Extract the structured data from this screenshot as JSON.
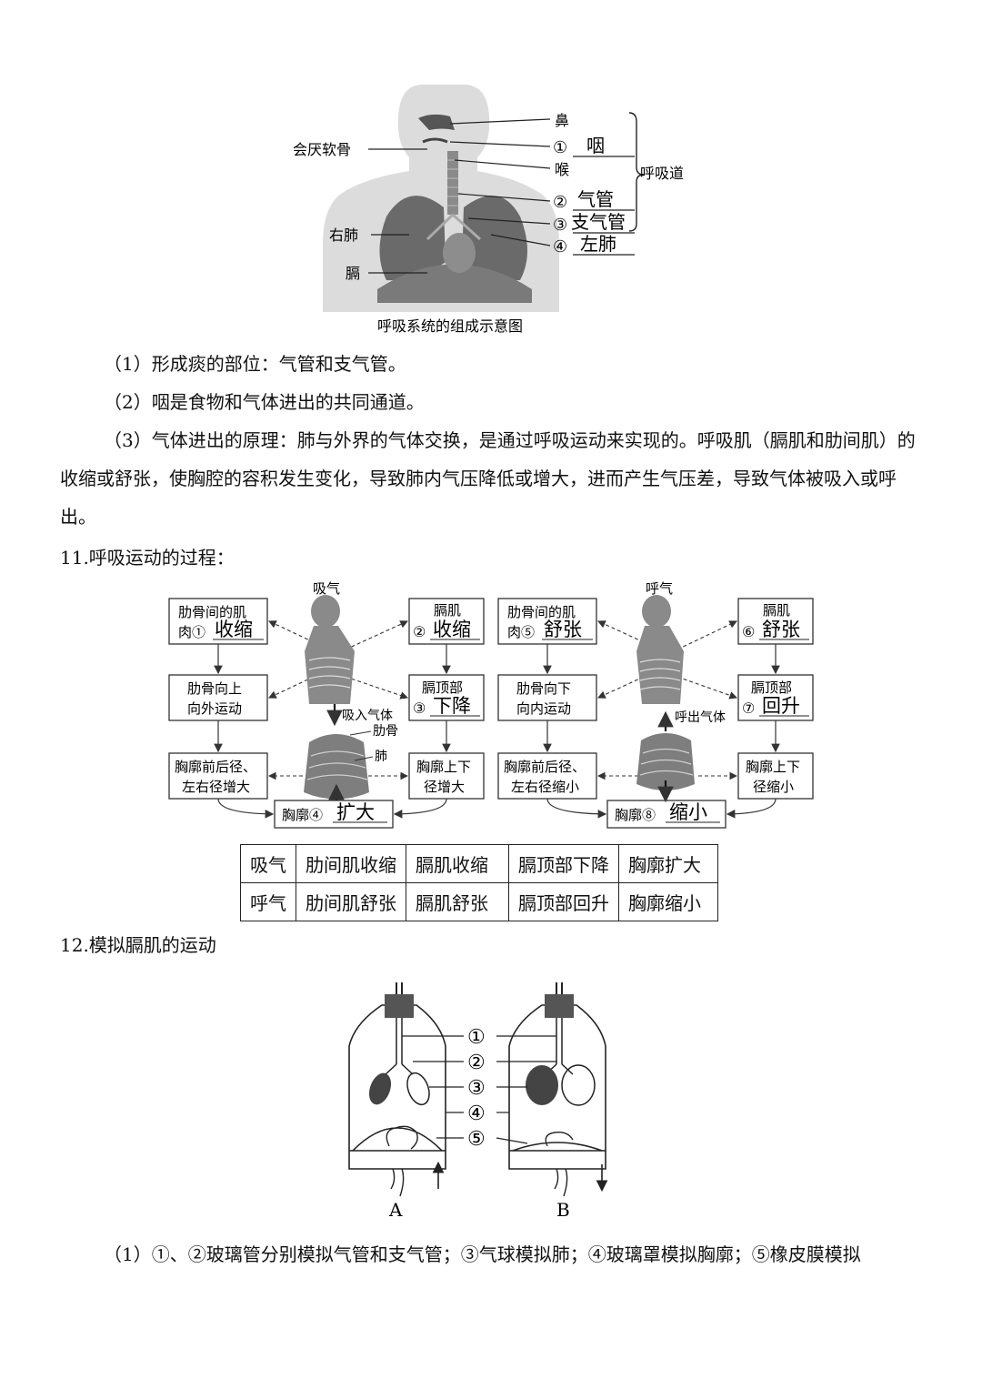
{
  "figure1": {
    "caption": "呼吸系统的组成示意图",
    "labels_left": [
      "会厌软骨",
      "右肺",
      "膈"
    ],
    "labels_right": [
      {
        "num": "",
        "text": "鼻"
      },
      {
        "num": "①",
        "text": "咽"
      },
      {
        "num": "",
        "text": "喉"
      },
      {
        "num": "②",
        "text": "气管"
      },
      {
        "num": "③",
        "text": "支气管"
      },
      {
        "num": "④",
        "text": "左肺"
      }
    ],
    "brace_label": "呼吸道"
  },
  "paragraphs": {
    "p1": "（1）形成痰的部位：气管和支气管。",
    "p2": "（2）咽是食物和气体进出的共同通道。",
    "p3": "（3）气体进出的原理：肺与外界的气体交换，是通过呼吸运动来实现的。呼吸肌（膈肌和肋间肌）的收缩或舒张，使胸腔的容积发生变化，导致肺内气压降低或增大，进而产生气压差，导致气体被吸入或呼出。"
  },
  "section11": {
    "heading": "11.呼吸运动的过程："
  },
  "figure2": {
    "inhale": {
      "title": "吸气",
      "box1_line1": "肋骨间的肌",
      "box1_line2": "肉①",
      "box1_answer": "收缩",
      "box2_line1": "肋骨向上",
      "box2_line2": "向外运动",
      "box3_line1": "胸廓前后径、",
      "box3_line2": "左右径增大",
      "box4_line1": "膈肌",
      "box4_num": "②",
      "box4_answer": "收缩",
      "box5_line1": "膈顶部",
      "box5_num": "③",
      "box5_answer": "下降",
      "box6_line1": "胸廓上下",
      "box6_line2": "径增大",
      "bottom_label": "胸廓④",
      "bottom_answer": "扩大",
      "air_label": "吸入气体",
      "rib_label": "肋骨",
      "lung_label": "肺"
    },
    "exhale": {
      "title": "呼气",
      "box1_line1": "肋骨间的肌",
      "box1_line2": "肉⑤",
      "box1_answer": "舒张",
      "box2_line1": "肋骨向下",
      "box2_line2": "向内运动",
      "box3_line1": "胸廓前后径、",
      "box3_line2": "左右径缩小",
      "box4_line1": "膈肌",
      "box4_num": "⑥",
      "box4_answer": "舒张",
      "box5_line1": "膈顶部",
      "box5_num": "⑦",
      "box5_answer": "回升",
      "box6_line1": "胸廓上下",
      "box6_line2": "径缩小",
      "bottom_label": "胸廓⑧",
      "bottom_answer": "缩小",
      "air_label": "呼出气体"
    }
  },
  "summary_table": [
    [
      "吸气",
      "肋间肌收缩",
      "膈肌收缩",
      "膈顶部下降",
      "胸廓扩大"
    ],
    [
      "呼气",
      "肋间肌舒张",
      "膈肌舒张",
      "膈顶部回升",
      "胸廓缩小"
    ]
  ],
  "section12": {
    "heading": "12.模拟膈肌的运动"
  },
  "figure3": {
    "numbers": [
      "①",
      "②",
      "③",
      "④",
      "⑤"
    ],
    "label_a": "A",
    "label_b": "B"
  },
  "paragraph_last": "（1）①、②玻璃管分别模拟气管和支气管；③气球模拟肺；④玻璃罩模拟胸廓；⑤橡皮膜模拟"
}
